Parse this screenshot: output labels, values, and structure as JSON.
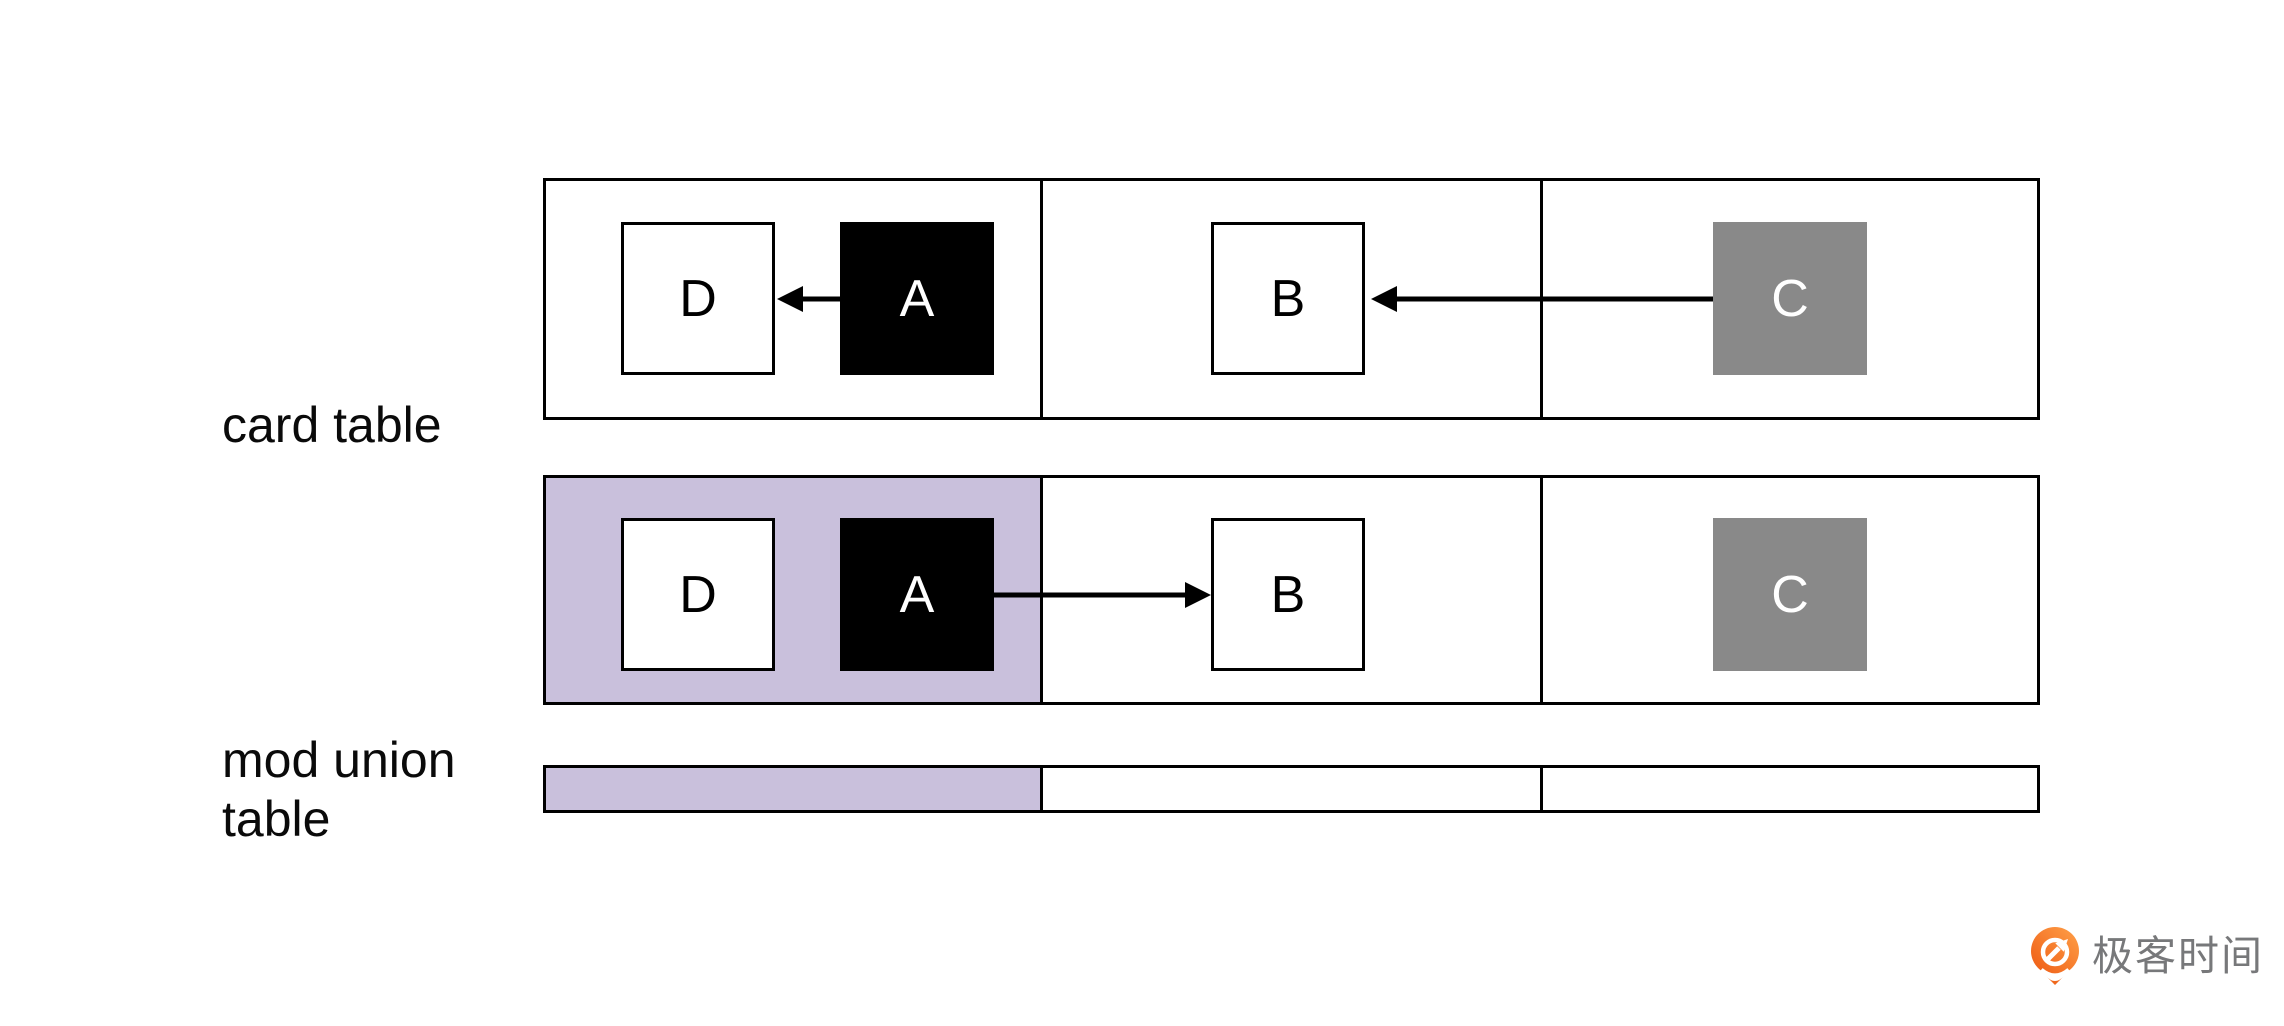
{
  "labels": {
    "card_table": "card table",
    "mod_union_line1": "mod union",
    "mod_union_line2": "table"
  },
  "objects": {
    "row1": {
      "d": "D",
      "a": "A",
      "b": "B",
      "c": "C"
    },
    "row2": {
      "d": "D",
      "a": "A",
      "b": "B",
      "c": "C"
    }
  },
  "arrows": [
    {
      "row": "card_table_row",
      "from": "A",
      "to": "D"
    },
    {
      "row": "card_table_row",
      "from": "C",
      "to": "B"
    },
    {
      "row": "mod_union_row",
      "from": "A",
      "to": "B"
    }
  ],
  "colors": {
    "dirty_highlight": "#c9c0dc",
    "gray_object": "#898989",
    "black_object": "#000000",
    "brand_orange": "#f26f21",
    "logo_text_gray": "#77787a"
  },
  "logo": {
    "brand": "极客时间"
  }
}
